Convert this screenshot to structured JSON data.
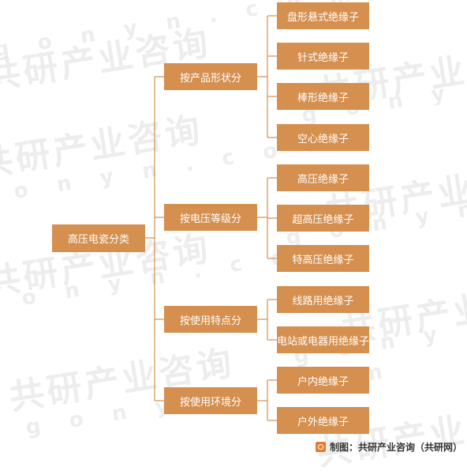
{
  "root": {
    "label": "高压电瓷分类"
  },
  "categories": [
    {
      "label": "按产品形状分",
      "children": [
        "盘形悬式绝缘子",
        "针式绝缘子",
        "棒形绝缘子",
        "空心绝缘子"
      ]
    },
    {
      "label": "按电压等级分",
      "children": [
        "高压绝缘子",
        "超高压绝缘子",
        "特高压绝缘子"
      ]
    },
    {
      "label": "按使用特点分",
      "children": [
        "线路用绝缘子",
        "电站或电器用绝缘子"
      ]
    },
    {
      "label": "按使用环境分",
      "children": [
        "户内绝缘子",
        "户外绝缘子"
      ]
    }
  ],
  "watermark": {
    "brand": "共研产业咨询",
    "domain": "g o n y n . c o m"
  },
  "footer": {
    "text": "制图：共研产业咨询（共研网）"
  },
  "colors": {
    "box": "#d58f4e",
    "line": "#d58f4e",
    "text": "#ffffff"
  }
}
